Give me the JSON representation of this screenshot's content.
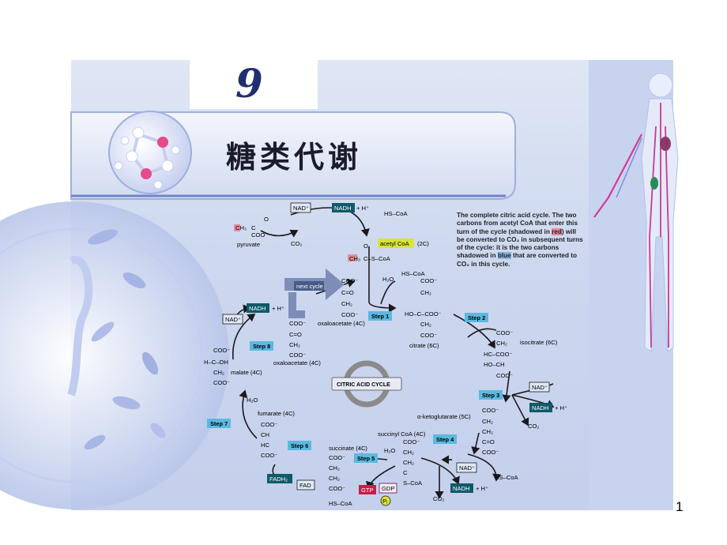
{
  "slide": {
    "number": "9",
    "title": "糖类代谢",
    "page": "1"
  },
  "diagram": {
    "top": {
      "pyruvate": "pyruvate",
      "nad": "NAD⁺",
      "nadh": "NADH",
      "h": "+ H⁺",
      "hscoa": "HS–CoA",
      "co2": "CO₂",
      "acetyl": "acetyl CoA",
      "acetyl_c": "(2C)",
      "next_cycle": "next cycle"
    },
    "note": {
      "l1": "The complete citric acid cycle. The two",
      "l2": "carbons from acetyl CoA that enter this",
      "l3a": "turn of the cycle (shadowed in ",
      "red": "red",
      "l3b": ") will",
      "l4": "be converted to CO₂ in subsequent turns",
      "l5": "of the cycle: it is the two carbons",
      "l6a": "shadowed in ",
      "blue": "blue",
      "l6b": " that are converted to",
      "l7": "CO₂ in this cycle."
    },
    "center": "CITRIC ACID CYCLE",
    "steps": [
      "Step 1",
      "Step 2",
      "Step 3",
      "Step 4",
      "Step 5",
      "Step 6",
      "Step 7",
      "Step 8"
    ],
    "compounds": {
      "oxaloacetate_top": "oxaloacetate (4C)",
      "oxaloacetate_left": "oxaloacetate (4C)",
      "citrate": "citrate (6C)",
      "isocitrate": "isocitrate (6C)",
      "ketoglutarate": "α-ketoglutarate (5C)",
      "succinylcoa": "succinyl CoA (4C)",
      "succinate": "succinate (4C)",
      "fumarate": "fumarate (4C)",
      "malate": "malate (4C)"
    },
    "cofactors": {
      "h2o": "H₂O",
      "nadh": "NADH",
      "nad": "NAD⁺",
      "h": "+ H⁺",
      "co2": "CO₂",
      "hscoa": "HS–CoA",
      "gtp": "GTP",
      "gdp": "GDP",
      "pi": "Pᵢ",
      "fadh2": "FADH₂",
      "fad": "FAD"
    },
    "groups": {
      "coo": "COO⁻",
      "co": "C=O",
      "ch2": "CH₂",
      "ch3": "CH₃",
      "ho_c_coo": "HO–C–COO⁻",
      "hc_coo": "HC–COO⁻",
      "hoch": "HO–CH",
      "hcoh": "H–C–OH",
      "ch": "CH",
      "hc": "HC",
      "c": "C",
      "o": "O",
      "cscoa": "C–S–CoA",
      "scoa": "S–CoA"
    }
  },
  "colors": {
    "title_text": "#1b1b2a",
    "number": "#1f2f6e",
    "red_hl": "#e58a9b",
    "blue_hl": "#86b6de",
    "teal_box": "#0f5a6a",
    "cyan_step": "#5bb9e0",
    "gtp": "#c41f4a"
  }
}
